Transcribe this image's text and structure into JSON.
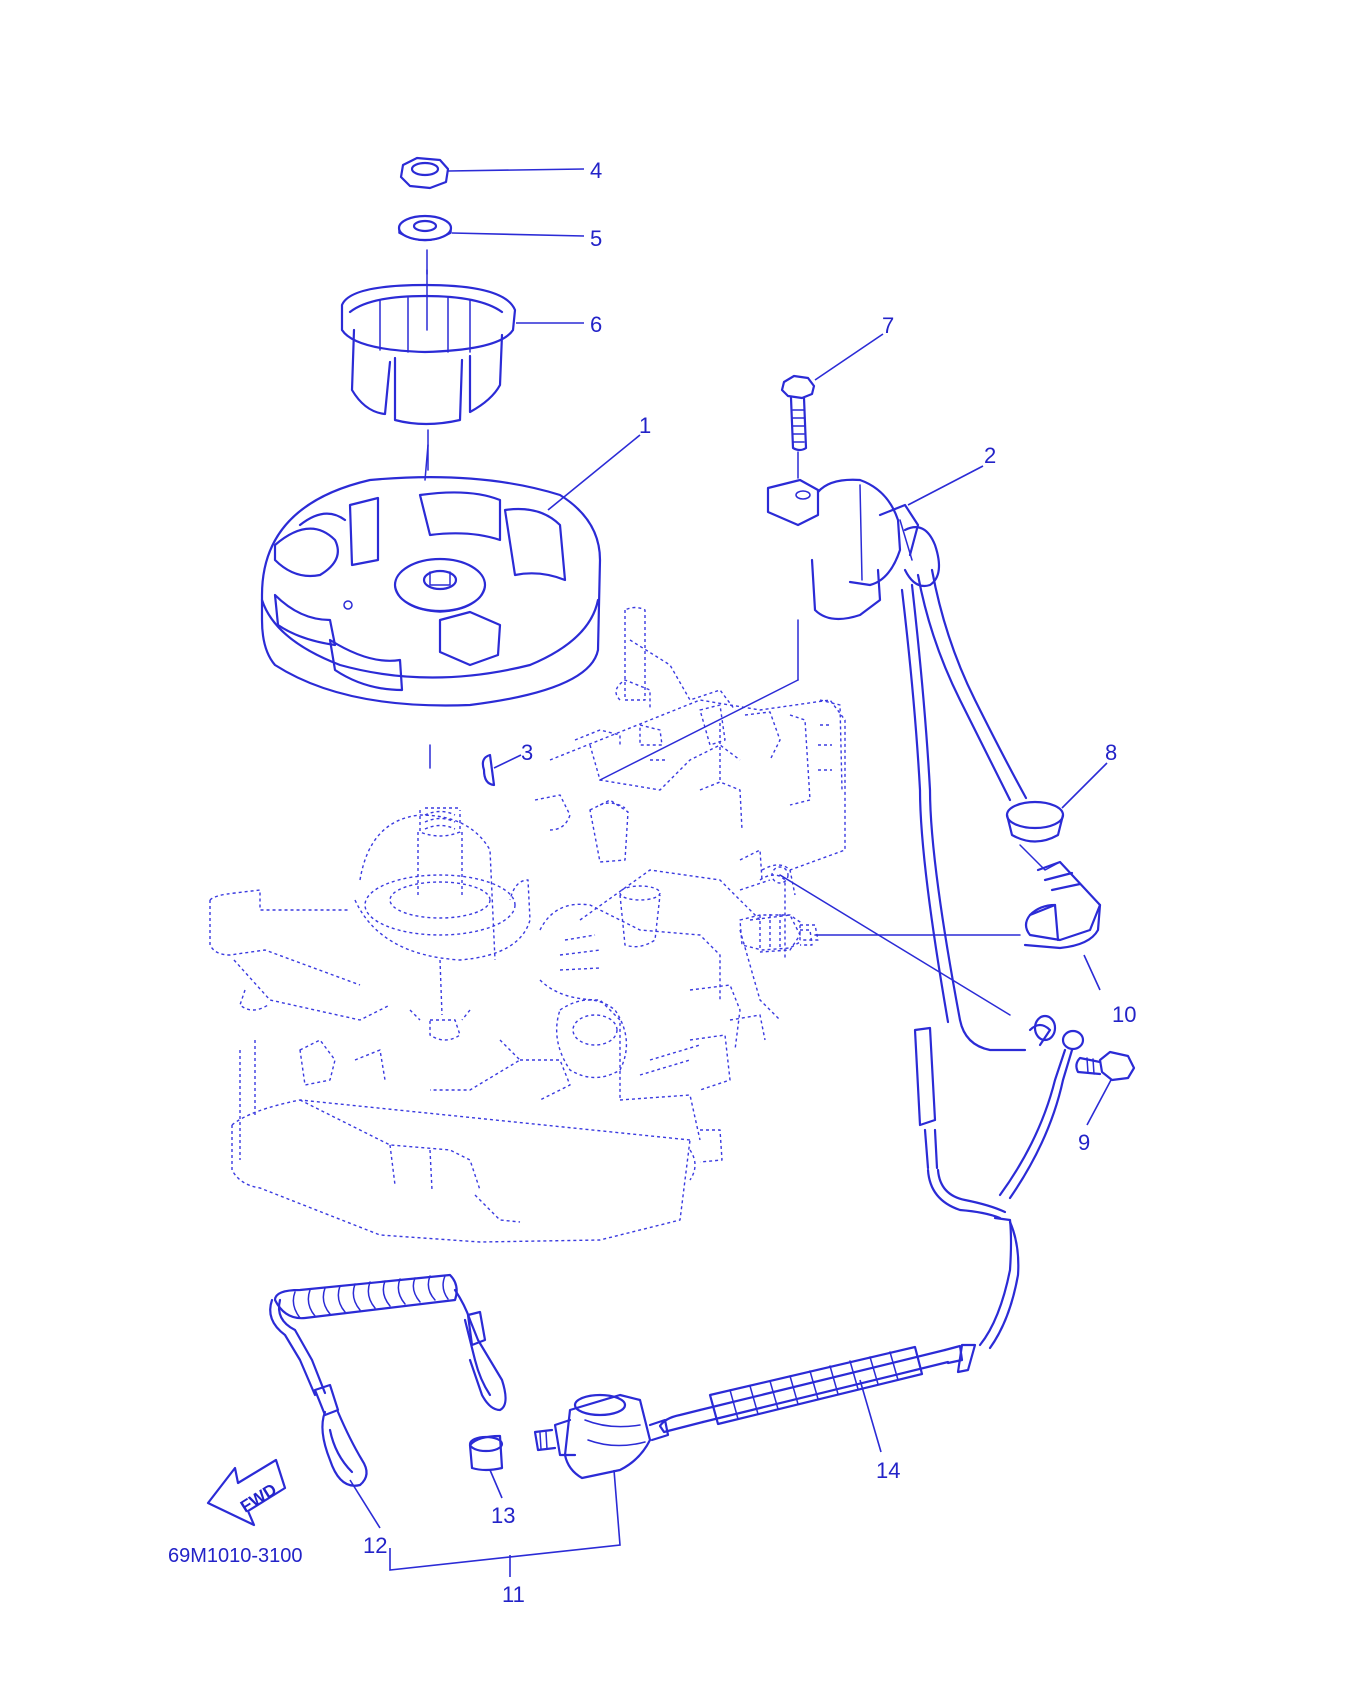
{
  "callouts": [
    {
      "id": "4",
      "text": "4"
    },
    {
      "id": "5",
      "text": "5"
    },
    {
      "id": "6",
      "text": "6"
    },
    {
      "id": "7",
      "text": "7"
    },
    {
      "id": "1",
      "text": "1"
    },
    {
      "id": "2",
      "text": "2"
    },
    {
      "id": "3",
      "text": "3"
    },
    {
      "id": "8",
      "text": "8"
    },
    {
      "id": "10",
      "text": "10"
    },
    {
      "id": "9",
      "text": "9"
    },
    {
      "id": "14",
      "text": "14"
    },
    {
      "id": "13",
      "text": "13"
    },
    {
      "id": "12",
      "text": "12"
    },
    {
      "id": "11",
      "text": "11"
    }
  ],
  "diagram_code": "69M1010-3100",
  "fwd_label": "FWD",
  "colors": {
    "ink": "#2b2bd6",
    "background": "#ffffff"
  }
}
